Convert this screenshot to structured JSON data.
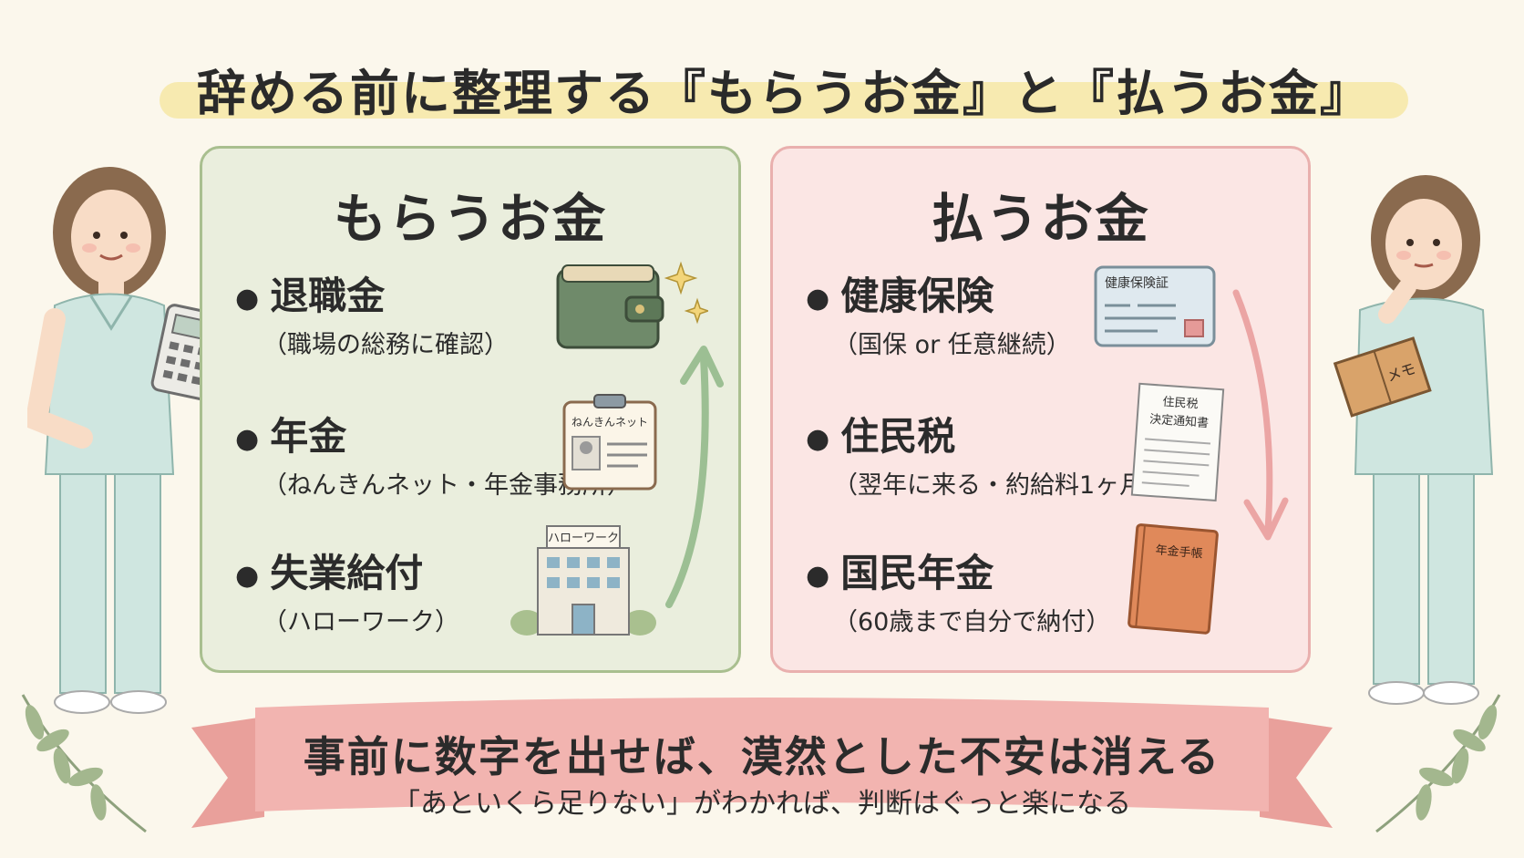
{
  "title": "辞める前に整理する『もらうお金』と『払うお金』",
  "receive": {
    "heading": "もらうお金",
    "items": [
      {
        "label": "退職金",
        "note": "（職場の総務に確認）"
      },
      {
        "label": "年金",
        "note": "（ねんきんネット・年金事務所）"
      },
      {
        "label": "失業給付",
        "note": "（ハローワーク）"
      }
    ],
    "clipboard_label": "ねんきんネット",
    "building_sign": "ハローワーク"
  },
  "pay": {
    "heading": "払うお金",
    "items": [
      {
        "label": "健康保険",
        "note": "（国保 or 任意継続）"
      },
      {
        "label": "住民税",
        "note": "（翌年に来る・約給料1ヶ月分）"
      },
      {
        "label": "国民年金",
        "note": "（60歳まで自分で納付）"
      }
    ],
    "card_label": "健康保険証",
    "notice_label_line1": "住民税",
    "notice_label_line2": "決定通知書",
    "book_label": "年金手帳"
  },
  "memo_label": "メモ",
  "banner": {
    "main": "事前に数字を出せば、漠然とした不安は消える",
    "sub": "「あといくら足りない」がわかれば、判断はぐっと楽になる"
  },
  "colors": {
    "receive_bg": "#eaeedd",
    "receive_border": "#a9bf8f",
    "pay_bg": "#fbe6e4",
    "pay_border": "#e9b0ae",
    "highlight": "#f6e7a6",
    "ribbon": "#f2b4b0"
  }
}
